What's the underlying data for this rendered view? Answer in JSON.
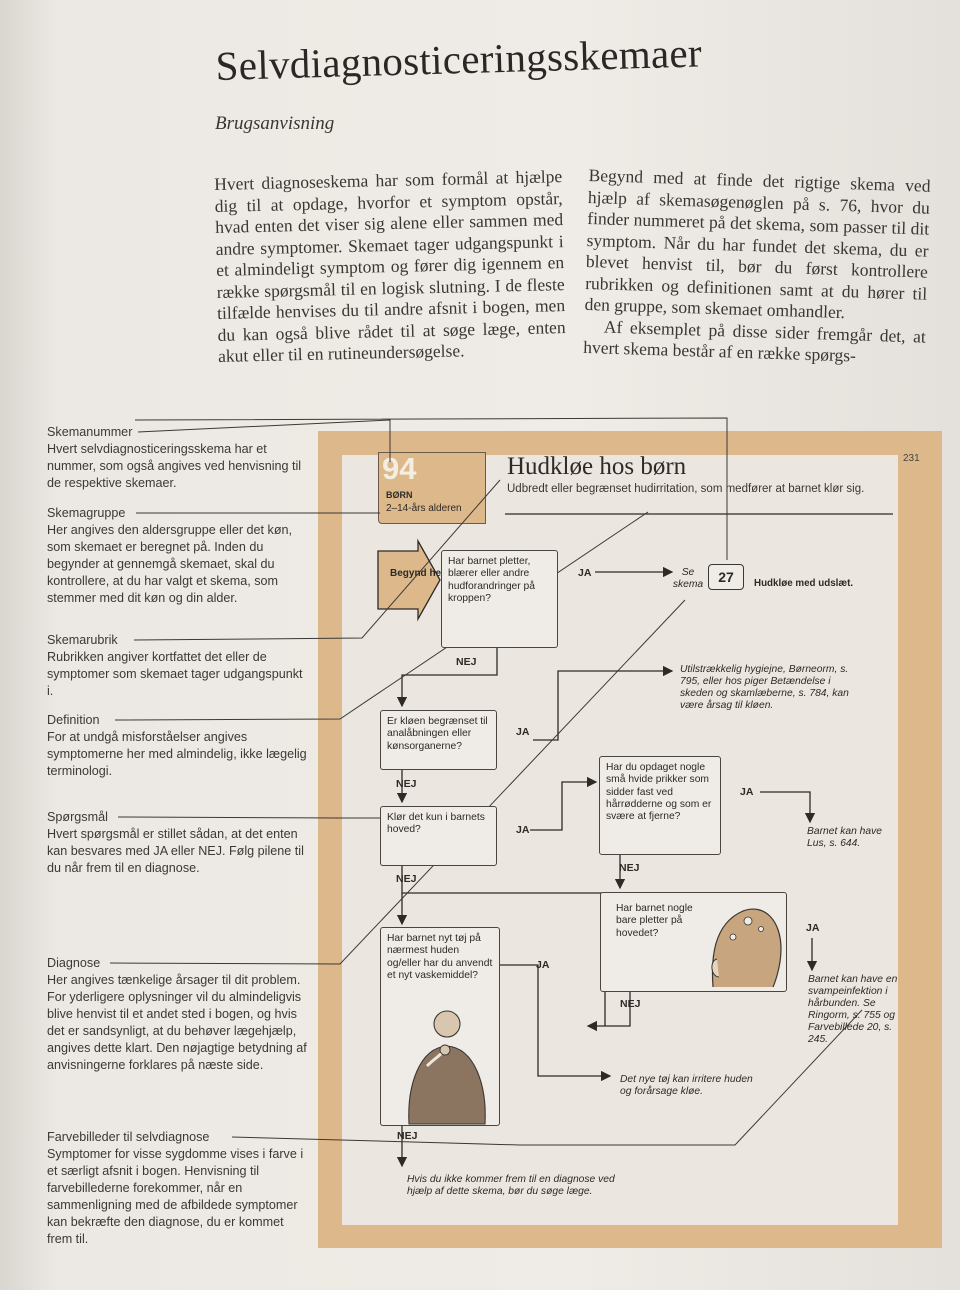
{
  "title": "Selvdiagnosticeringsskemaer",
  "subtitle": "Brugsanvisning",
  "intro": {
    "col1": "Hvert diagnoseskema har som formål at hjælpe dig til at opdage, hvorfor et symptom opstår, hvad enten det viser sig alene eller sammen med andre symptomer. Skemaet tager udgangspunkt i et almindeligt symptom og fører dig igennem en række spørgsmål til en logisk slutning. I de fleste tilfælde henvises du til andre afsnit i bogen, men du kan også blive rådet til at søge læge, enten akut eller til en rutineundersøgelse.",
    "col2a": "Begynd med at finde det rigtige skema ved hjælp af skemasøgenøglen på s. 76, hvor du finder nummeret på det skema, som passer til dit symptom. Når du har fundet det skema, du er blevet henvist til, bør du først kontrollere rubrikken og definitionen samt at du hører til den gruppe, som skemaet omhandler.",
    "col2b": "Af eksemplet på disse sider fremgår det, at hvert skema består af en række spørgs-"
  },
  "notes": [
    {
      "head": "Skemanummer",
      "body": "Hvert selvdiagnosticeringsskema har et nummer, som også angives ved henvisning til de respektive skemaer."
    },
    {
      "head": "Skemagruppe",
      "body": "Her angives den aldersgruppe eller det køn, som skemaet er beregnet på. Inden du begynder at gennemgå skemaet, skal du kontrollere, at du har valgt et skema, som stemmer med dit køn og din alder."
    },
    {
      "head": "Skemarubrik",
      "body": "Rubrikken angiver kortfattet det eller de symptomer som skemaet tager udgangspunkt i."
    },
    {
      "head": "Definition",
      "body": "For at undgå misforståelser angives symptomerne her med almindelig, ikke lægelig terminologi."
    },
    {
      "head": "Spørgsmål",
      "body": "Hvert spørgsmål er stillet sådan, at det enten kan besvares med JA eller NEJ. Følg pilene til du når frem til en diagnose."
    },
    {
      "head": "Diagnose",
      "body": "Her angives tænkelige årsager til dit problem. For yderligere oplysninger vil du almindeligvis blive henvist til et andet sted i bogen, og hvis det er sandsynligt, at du behøver lægehjælp, angives dette klart. Den nøjagtige betydning af anvisningerne forklares på næste side."
    },
    {
      "head": "Farvebilleder til selvdiagnose",
      "body": "Symptomer for visse sygdomme vises i farve i et særligt afsnit i bogen. Henvisning til farvebillederne forekommer, når en sammenligning med de afbildede symptomer kan bekræfte den diagnose, du er kommet frem til."
    }
  ],
  "chart": {
    "page_number": "231",
    "number": "94",
    "group": "BØRN",
    "age": "2–14-års alderen",
    "rubric": "Hudkløe hos børn",
    "definition": "Udbredt eller begrænset hudirritation, som medfører at barnet klør sig.",
    "start": "Begynd her",
    "yes": "JA",
    "no": "NEJ",
    "questions": {
      "q1": "Har barnet pletter, blærer eller andre hudforandringer på kroppen?",
      "q2": "Er kløen begrænset til analåbningen eller kønsorganerne?",
      "q3": "Klør det kun i barnets hoved?",
      "q4": "Har du opdaget nogle små hvide prikker som sidder fast ved hårrødderne og som er svære at fjerne?",
      "q5": "Har barnet nogle bare pletter på hovedet?",
      "q6": "Har barnet nyt tøj på nærmest huden og/eller har du anvendt et nyt vaskemiddel?"
    },
    "see_label": "Se skema",
    "see_number": "27",
    "see_title": "Hudkløe med udslæt.",
    "results": {
      "r1": "Utilstrækkelig hygiejne, Børneorm, s. 795, eller hos piger Betændelse i skeden og skamlæberne, s. 784, kan være årsag til kløen.",
      "r2": "Barnet kan have Lus, s. 644.",
      "r3": "Barnet kan have en svampeinfektion i hårbunden. Se Ringorm, s. 755 og Farvebillede 20, s. 245.",
      "r4": "Det nye tøj kan irritere huden og forårsage kløe.",
      "r5": "Hvis du ikke kommer frem til en diagnose ved hjælp af dette skema, bør du søge læge."
    }
  }
}
